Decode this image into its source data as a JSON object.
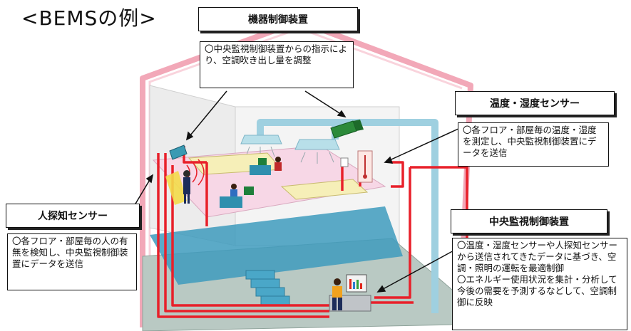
{
  "page": {
    "title": "<BEMSの例>"
  },
  "callouts": {
    "equipment_control": {
      "title": "機器制御装置",
      "body": [
        "〇中央監視制御装置からの指示により、空調吹き出し量を調整"
      ]
    },
    "temp_humidity_sensor": {
      "title": "温度・湿度センサー",
      "body": [
        "〇各フロア・部屋毎の温度・湿度を測定し、中央監視制御装置にデータを送信"
      ]
    },
    "human_sensor": {
      "title": "人探知センサー",
      "body": [
        "〇各フロア・部屋毎の人の有無を検知し、中央監視制御装置にデータを送信"
      ]
    },
    "central_control": {
      "title": "中央監視制御装置",
      "body": [
        "〇温度・湿度センサーや人探知センサーから送信されてきたデータに基づき、空調・照明の運転を最適制御",
        "〇エネルギー使用状況を集計・分析して今後の需要を予測するなどして、空調制御に反映"
      ]
    }
  },
  "colors": {
    "wiring": "#e8202a",
    "duct": "#9fd0e0",
    "wall_outline": "#f2a8b8",
    "floor_upper": "#f7d7e6",
    "floor_mid": "#3e9bbd",
    "floor_ground": "#b9c9c3"
  }
}
